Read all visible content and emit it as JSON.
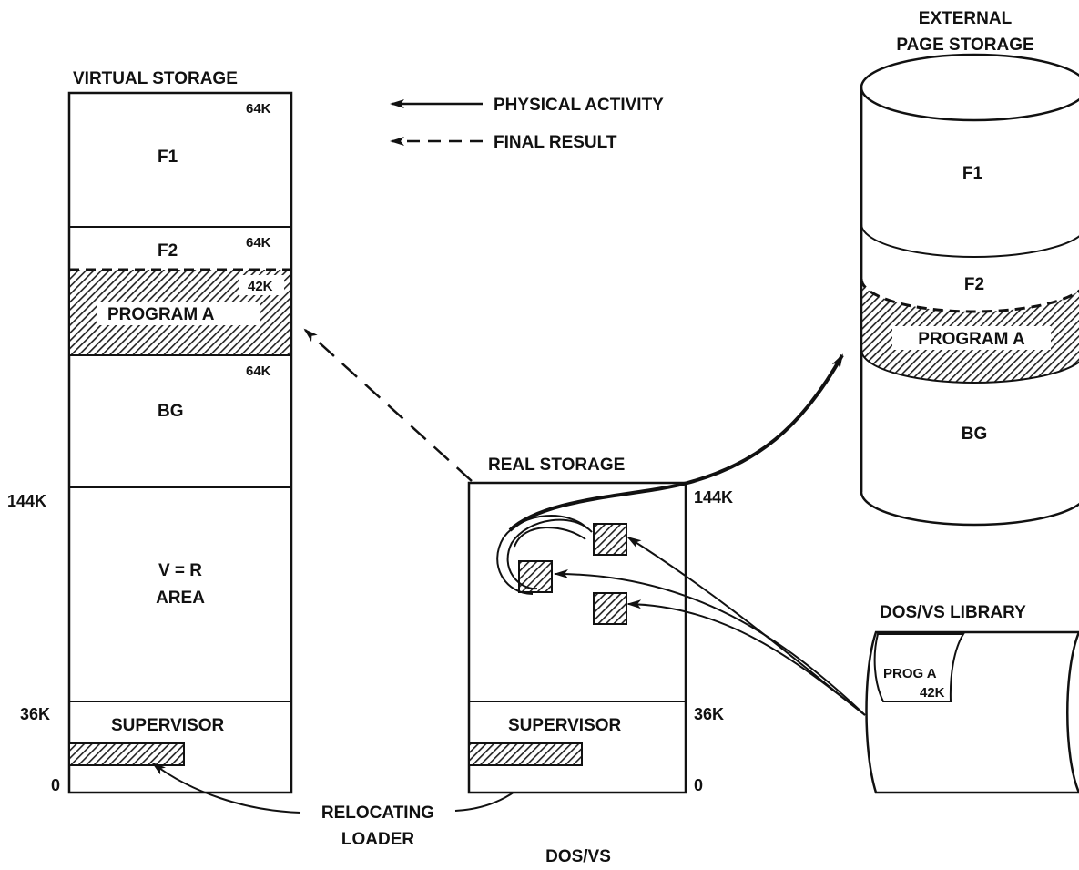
{
  "legend": {
    "physical": "PHYSICAL ACTIVITY",
    "final": "FINAL RESULT"
  },
  "virtual_storage": {
    "title": "VIRTUAL STORAGE",
    "f1": "F1",
    "f1_size": "64K",
    "f2": "F2",
    "f2_size": "64K",
    "program": "PROGRAM A",
    "program_size": "42K",
    "bg": "BG",
    "bg_size": "64K",
    "addr_144": "144K",
    "vr_line1": "V = R",
    "vr_line2": "AREA",
    "addr_36": "36K",
    "supervisor": "SUPERVISOR",
    "addr_0": "0"
  },
  "loader": {
    "line1": "RELOCATING",
    "line2": "LOADER"
  },
  "real_storage": {
    "title": "REAL STORAGE",
    "addr_144": "144K",
    "addr_36": "36K",
    "supervisor": "SUPERVISOR",
    "addr_0": "0"
  },
  "bottom_caption": "DOS/VS",
  "external": {
    "title_line1": "EXTERNAL",
    "title_line2": "PAGE STORAGE",
    "f1": "F1",
    "f2": "F2",
    "program": "PROGRAM A",
    "bg": "BG"
  },
  "library": {
    "title": "DOS/VS LIBRARY",
    "prog": "PROG A",
    "size": "42K"
  }
}
